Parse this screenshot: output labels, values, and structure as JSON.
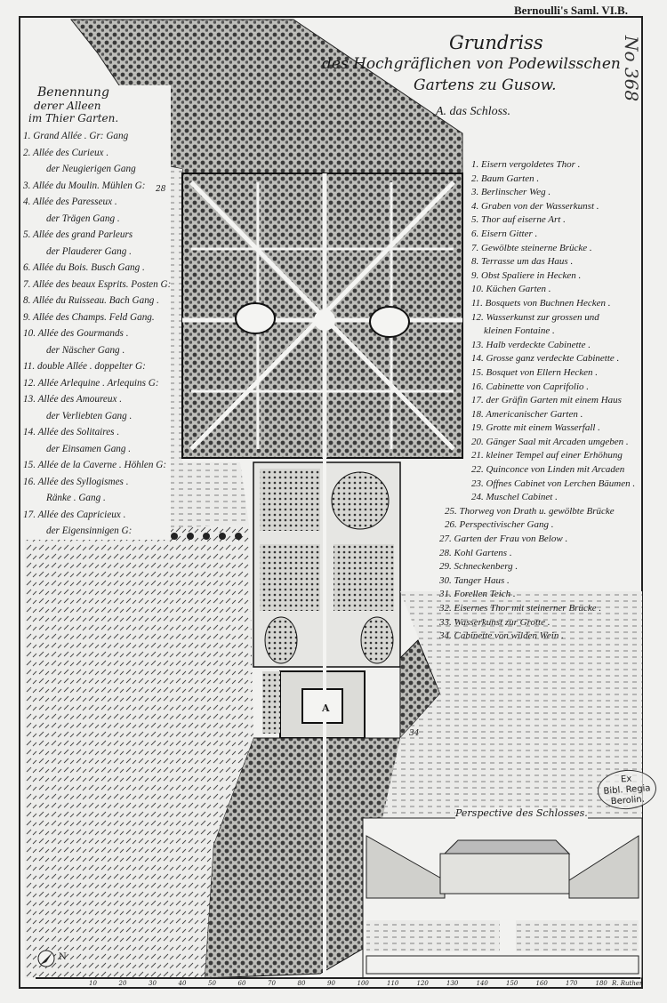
{
  "header": {
    "collection_ref": "Bernoulli's Saml. VI.B.",
    "handwritten_number": "No 368"
  },
  "title": {
    "line1": "Grundriss",
    "line2": "des Hochgräflichen von Podewilsschen",
    "line3": "Gartens zu Gusow.",
    "key_a": "A. das Schloss."
  },
  "left_legend": {
    "heading1": "Benennung",
    "heading2": "derer Alleen",
    "heading3": "im Thier Garten.",
    "items": [
      [
        "1. Grand Allée . Gr: Gang"
      ],
      [
        "2. Allée des Curieux .",
        "der Neugierigen Gang"
      ],
      [
        "3. Allée du Moulin. Mühlen G:"
      ],
      [
        "4. Allée des Paresseux .",
        "der Trägen Gang ."
      ],
      [
        "5. Allée des grand Parleurs",
        "der Plauderer Gang ."
      ],
      [
        "6. Allée du Bois. Busch Gang ."
      ],
      [
        "7. Allée des beaux Esprits. Posten G:"
      ],
      [
        "8. Allée du Ruisseau. Bach Gang ."
      ],
      [
        "9. Allée des Champs. Feld Gang."
      ],
      [
        "10. Allée des Gourmands .",
        "der Näscher Gang ."
      ],
      [
        "11. double Allée . doppelter G:"
      ],
      [
        "12. Allée Arlequine . Arlequins G:"
      ],
      [
        "13. Allée des Amoureux .",
        "der Verliebten Gang ."
      ],
      [
        "14. Allée des Solitaires .",
        "der Einsamen Gang ."
      ],
      [
        "15. Allée de la Caverne . Höhlen G:"
      ],
      [
        "16. Allée des Syllogismes .",
        "Ränke . Gang ."
      ],
      [
        "17. Allée des Capricieux .",
        "der Eigensinnigen G:"
      ]
    ]
  },
  "right_legend": {
    "items": [
      "1. Eisern vergoldetes Thor .",
      "2. Baum Garten .",
      "3. Berlinscher Weg .",
      "4. Graben von der Wasserkunst .",
      "5. Thor auf eiserne Art .",
      "6. Eisern Gitter .",
      "7. Gewölbte steinerne Brücke .",
      "8. Terrasse um das Haus .",
      "9. Obst Spaliere in Hecken .",
      "10. Küchen Garten .",
      "11. Bosquets von Buchnen Hecken .",
      "12. Wasserkunst zur grossen und",
      "kleinen Fontaine .",
      "13. Halb verdeckte Cabinette .",
      "14. Grosse ganz verdeckte Cabinette .",
      "15. Bosquet von Ellern Hecken .",
      "16. Cabinette von Caprifolio .",
      "17. der Gräfin Garten mit einem Haus",
      "18. Americanischer Garten .",
      "19. Grotte mit einem Wasserfall .",
      "20. Gänger Saal mit Arcaden umgeben .",
      "21. kleiner Tempel auf einer Erhöhung",
      "22. Quinconce von Linden mit Arcaden",
      "23. Offnes Cabinet von Lerchen Bäumen .",
      "24. Muschel Cabinet .",
      "25. Thorweg von Drath u. gewölbte Brücke",
      "26. Perspectivischer Gang .",
      "27. Garten der Frau von Below .",
      "28. Kohl Gartens .",
      "29. Schneckenberg .",
      "30. Tanger Haus .",
      "31. Forellen Teich .",
      "32. Eisernes Thor mit steinerner Brücke .",
      "33. Wasserkunst zur Grotte .",
      "34. Cabinette von wilden Wein ."
    ]
  },
  "map_labels": {
    "castle": "A",
    "label_28": "28",
    "label_34": "34",
    "north": "N"
  },
  "perspective": {
    "title": "Perspective des Schlosses."
  },
  "stamp": {
    "line1": "Ex",
    "line2": "Bibl. Regia",
    "line3": "Berolin."
  },
  "scale": {
    "ticks": [
      "10",
      "20",
      "30",
      "40",
      "50",
      "60",
      "70",
      "80",
      "90",
      "100",
      "110",
      "120",
      "130",
      "140",
      "150",
      "160",
      "170",
      "180"
    ],
    "unit": "R. Ruthen"
  }
}
